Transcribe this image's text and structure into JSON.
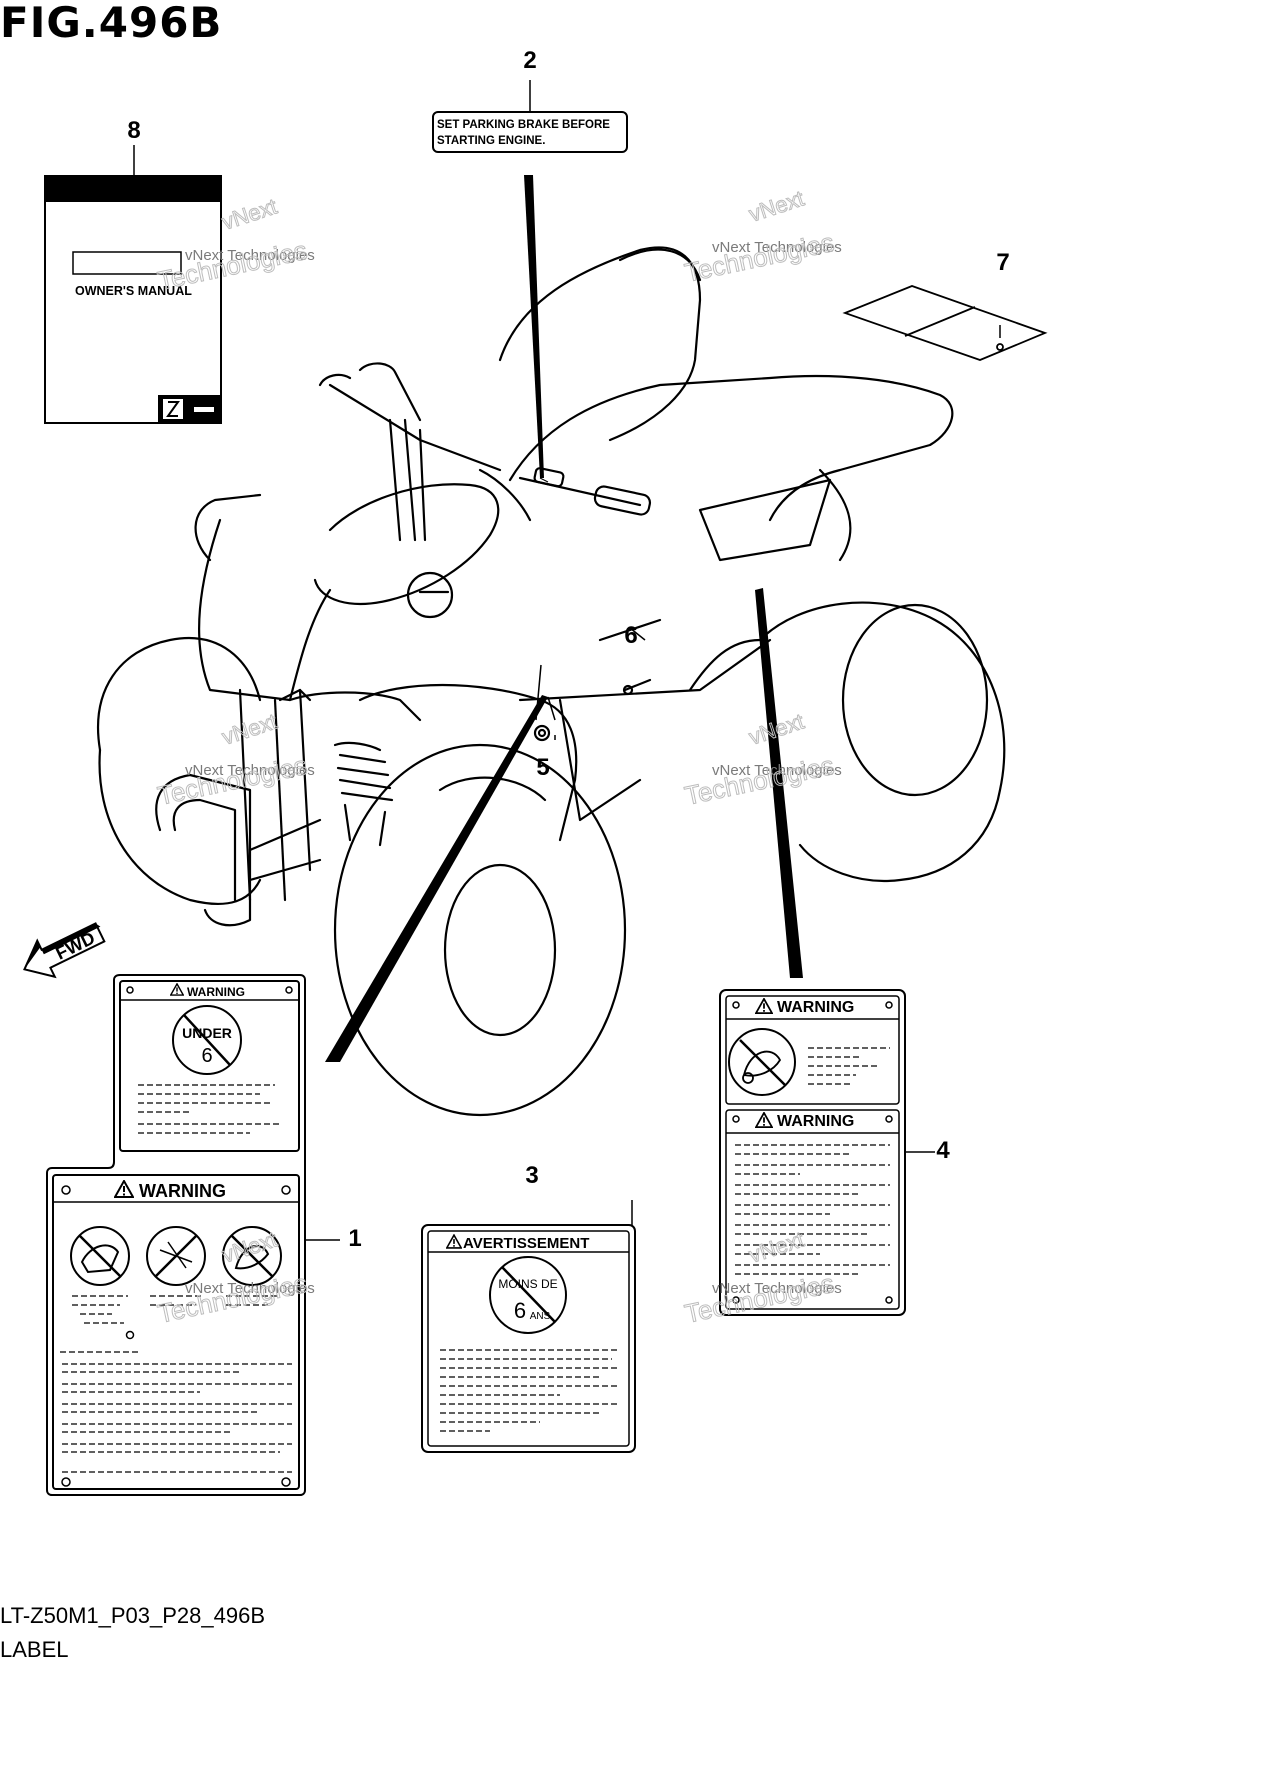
{
  "figure": {
    "title": "FIG.496B"
  },
  "callouts": {
    "c1": "1",
    "c2": "2",
    "c3": "3",
    "c4": "4",
    "c5": "5",
    "c6": "6",
    "c7": "7",
    "c8": "8"
  },
  "labels": {
    "parking_brake": {
      "line1": "SET PARKING BRAKE BEFORE",
      "line2": "STARTING ENGINE."
    },
    "owners_manual": {
      "title": "OWNER'S MANUAL"
    },
    "warning_small": {
      "heading": "WARNING",
      "pictogram_line1": "UNDER",
      "pictogram_line2": "6"
    },
    "warning_large": {
      "heading": "WARNING"
    },
    "avertissement": {
      "heading": "AVERTISSEMENT",
      "pictogram_line1": "MOINS DE",
      "pictogram_number": "6",
      "pictogram_unit": "ANS"
    },
    "warning_right_top": {
      "heading": "WARNING"
    },
    "warning_right_bottom": {
      "heading": "WARNING"
    }
  },
  "fwd_arrow": {
    "label": "FWD"
  },
  "watermark": {
    "line1": "vNext",
    "line2": "vNext Technologies",
    "line3": "Technologies"
  },
  "footer": {
    "code": "LT-Z50M1_P03_P28_496B",
    "caption": "LABEL"
  },
  "icons": [
    "warning-triangle-icon",
    "suzuki-logo-icon",
    "no-under-6-icon",
    "no-passenger-icon",
    "no-road-icon",
    "no-stunt-icon",
    "fwd-arrow-icon"
  ]
}
